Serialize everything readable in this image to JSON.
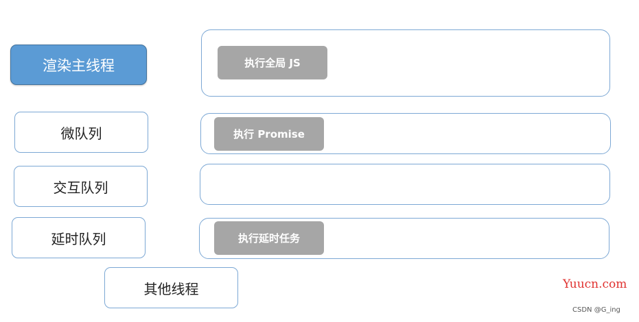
{
  "diagram": {
    "labels": {
      "render_main_thread": "渲染主线程",
      "micro_queue": "微队列",
      "interaction_queue": "交互队列",
      "delay_queue": "延时队列",
      "other_threads": "其他线程"
    },
    "tasks": {
      "global_js": "执行全局 JS",
      "promise": "执行 Promise",
      "delay_task": "执行延时任务"
    }
  },
  "watermark": {
    "site": "Yuucn.com",
    "credit": "CSDN @G_ing"
  },
  "colors": {
    "primary_fill": "#5b9bd5",
    "box_border": "#7ba7d4",
    "task_fill": "#a6a6a6",
    "watermark_red": "#e0312f"
  }
}
